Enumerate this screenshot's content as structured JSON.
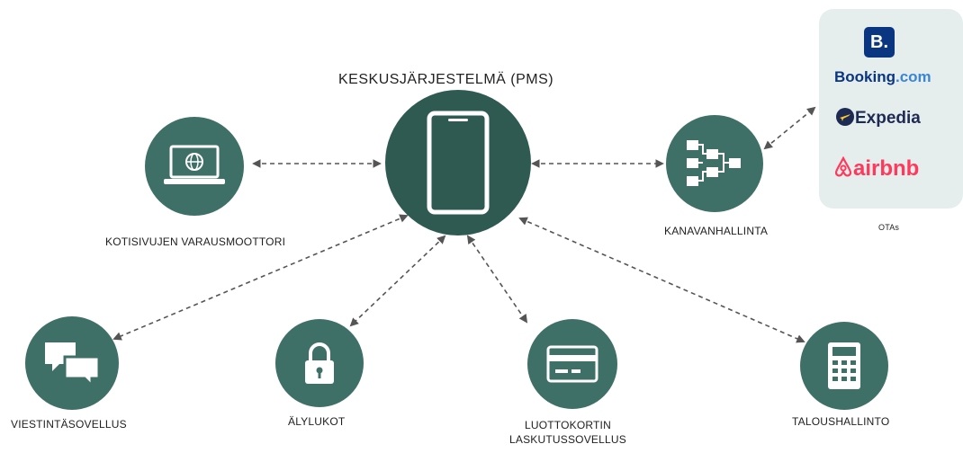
{
  "diagram": {
    "title": "KESKUSJÄRJESTELMÄ (PMS)",
    "nodes": {
      "booking_engine": "KOTISIVUJEN VARAUSMOOTTORI",
      "channel_manager": "KANAVANHALLINTA",
      "messaging": "VIESTINTÄSOVELLUS",
      "smart_locks": "ÄLYLUKOT",
      "card_billing_line1": "LUOTTOKORTIN",
      "card_billing_line2": "LASKUTUSSOVELLUS",
      "accounting": "TALOUSHALLINTO"
    },
    "ota": {
      "label": "OTAs",
      "booking_letter": "B.",
      "booking_name": "Booking",
      "booking_suffix": ".com",
      "expedia": "Expedia",
      "airbnb": "airbnb"
    },
    "icons": {
      "center": "smartphone-icon",
      "booking_engine": "laptop-globe-icon",
      "channel_manager": "flowchart-icon",
      "messaging": "chat-bubbles-icon",
      "smart_locks": "padlock-icon",
      "card_billing": "credit-card-icon",
      "accounting": "calculator-icon"
    },
    "colors": {
      "node": "#3f7067",
      "center": "#2e5a52",
      "ota_panel": "#e6eeed",
      "booking": "#0a3581",
      "expedia": "#1d2a54",
      "airbnb": "#ff385c"
    }
  }
}
